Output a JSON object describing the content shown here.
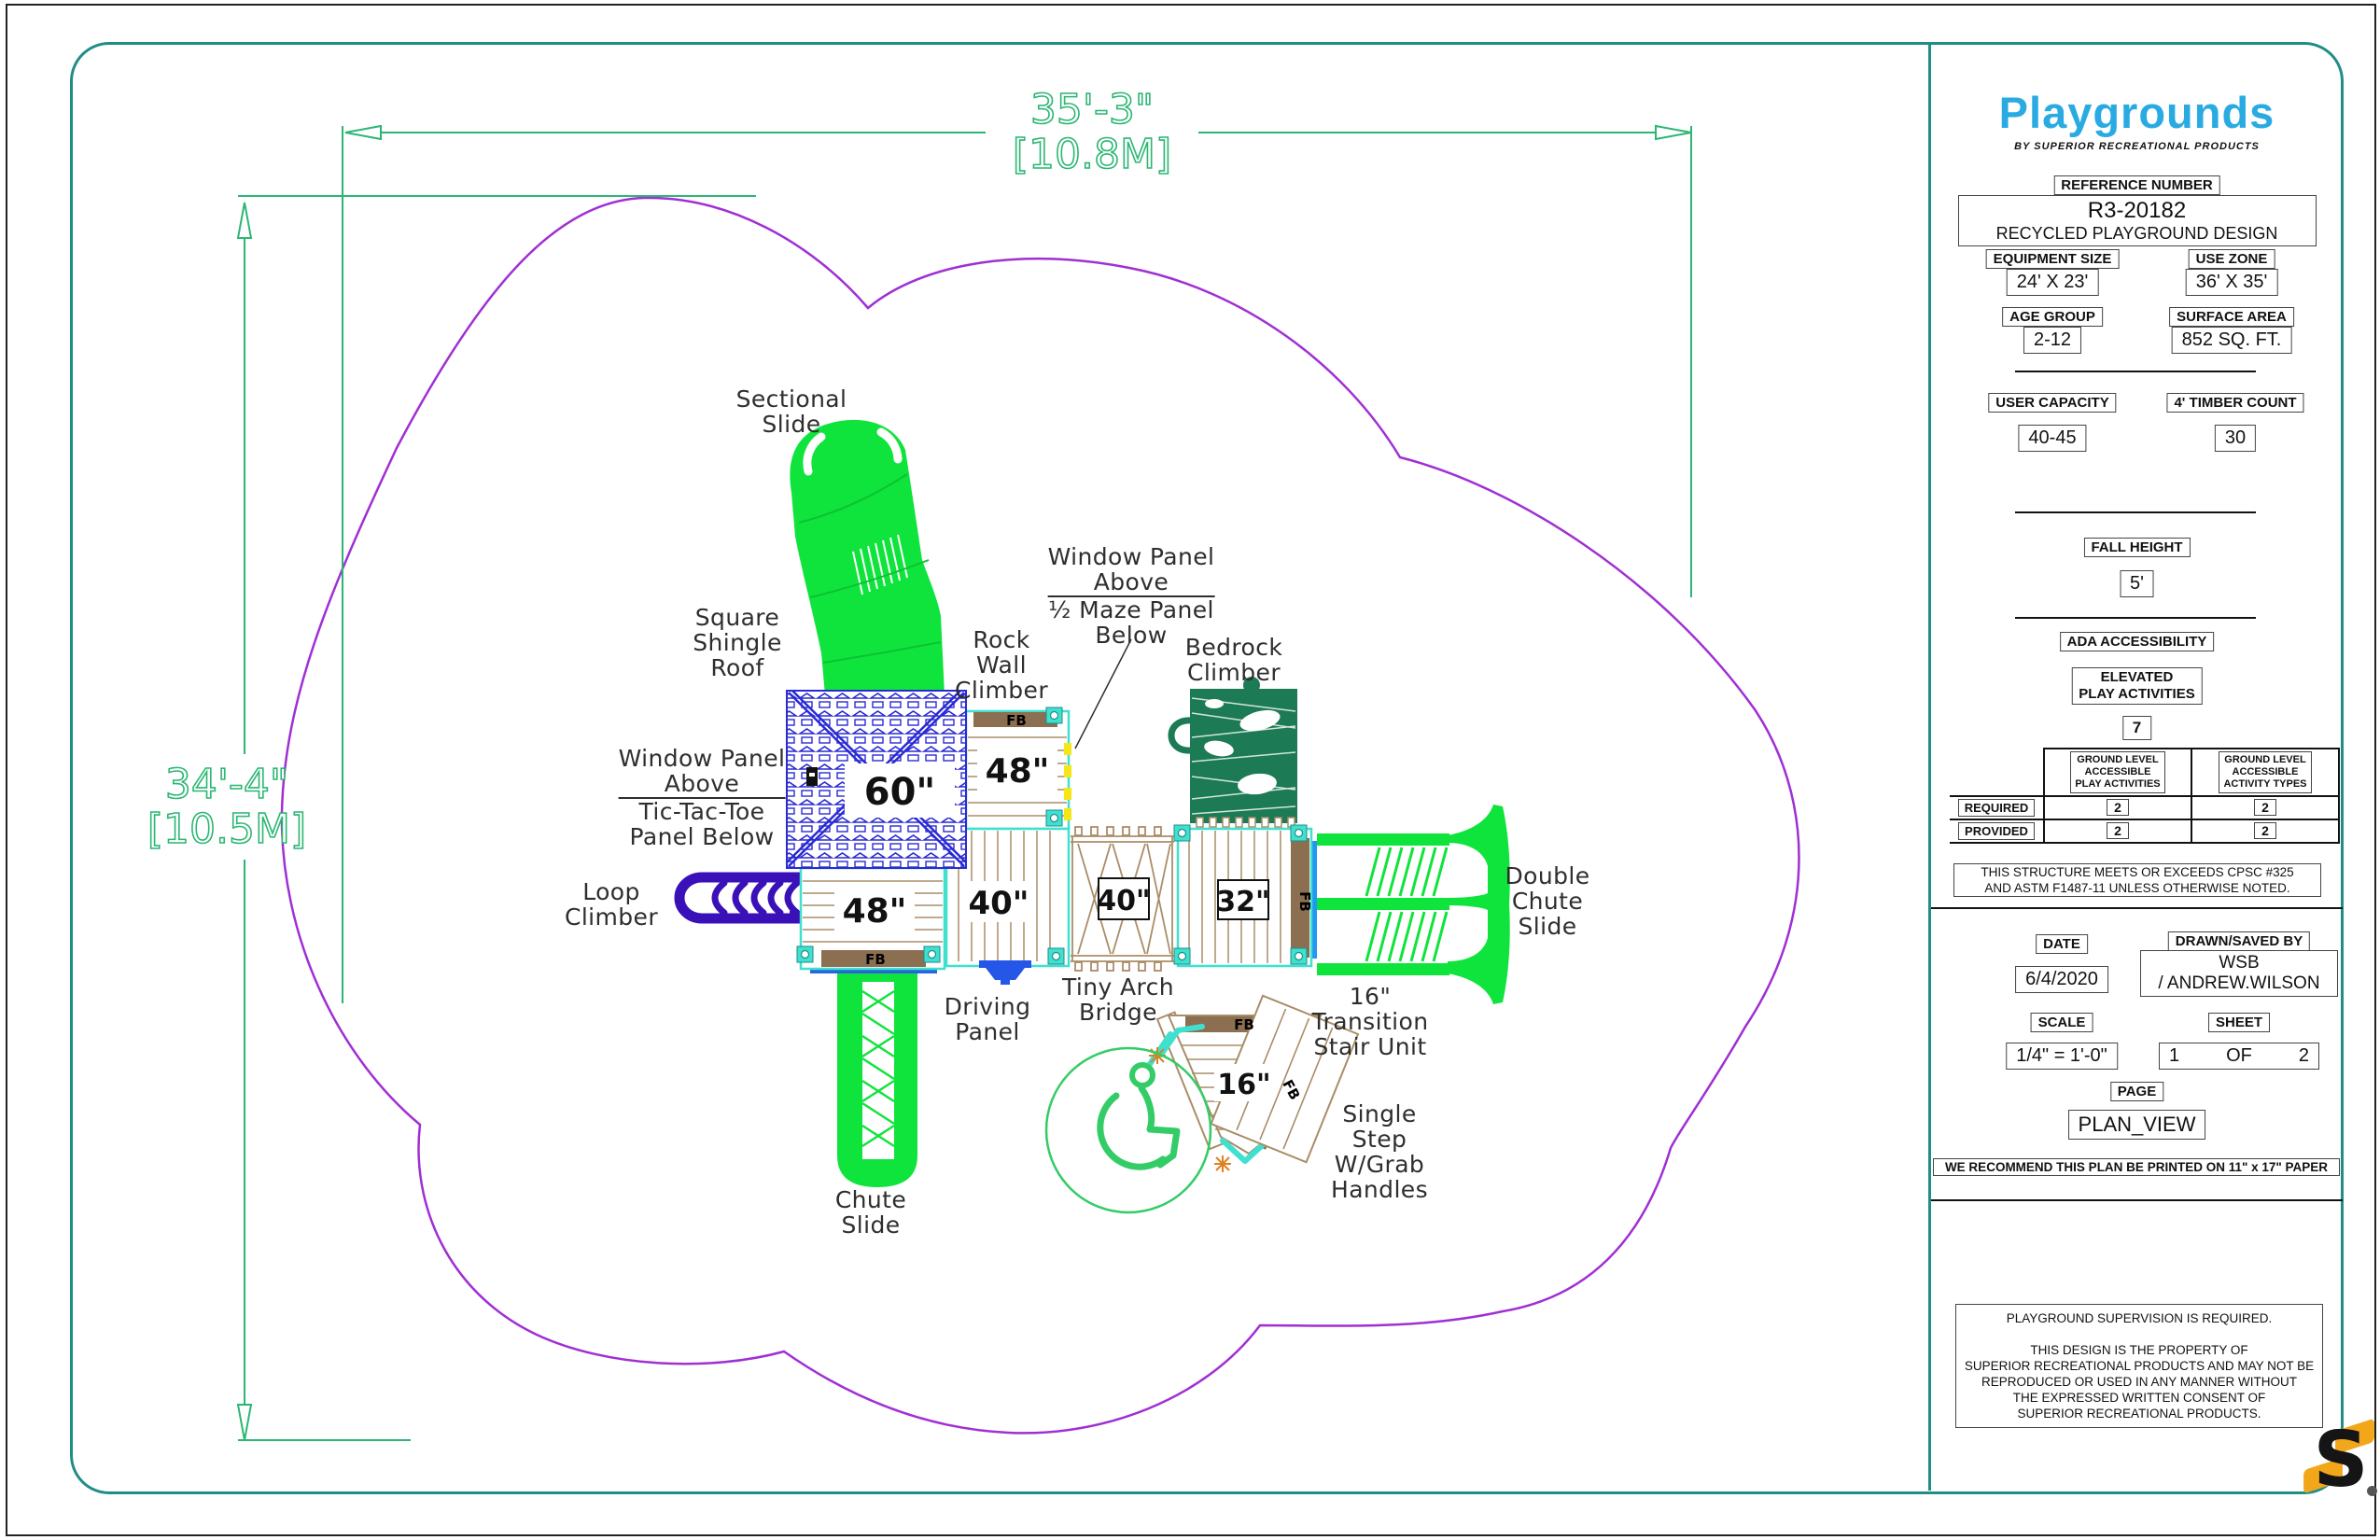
{
  "drawing": {
    "dimensions": {
      "width_ft": "35'-3\"",
      "width_m": "[10.8M]",
      "height_ft": "34'-4\"",
      "height_m": "[10.5M]"
    },
    "deck_heights": {
      "roof": "60\"",
      "deck_48_top": "48\"",
      "deck_48_left": "48\"",
      "deck_40": "40\"",
      "bridge_40": "40\"",
      "deck_32": "32\"",
      "stair_16": "16\""
    },
    "fb_marker": "FB",
    "callouts": {
      "sectional_slide": {
        "l1": "Sectional",
        "l2": "Slide"
      },
      "square_shingle_roof": {
        "l1": "Square",
        "l2": "Shingle",
        "l3": "Roof"
      },
      "rock_wall_climber": {
        "l1": "Rock",
        "l2": "Wall",
        "l3": "Climber"
      },
      "window_maze_panel": {
        "l1": "Window Panel",
        "l2": "Above",
        "l3": "½ Maze Panel",
        "l4": "Below"
      },
      "bedrock_climber": {
        "l1": "Bedrock",
        "l2": "Climber"
      },
      "window_tictactoe_panel": {
        "l1": "Window Panel",
        "l2": "Above",
        "l3": "Tic-Tac-Toe",
        "l4": "Panel Below"
      },
      "loop_climber": {
        "l1": "Loop",
        "l2": "Climber"
      },
      "double_chute_slide": {
        "l1": "Double",
        "l2": "Chute",
        "l3": "Slide"
      },
      "driving_panel": {
        "l1": "Driving",
        "l2": "Panel"
      },
      "tiny_arch_bridge": {
        "l1": "Tiny Arch",
        "l2": "Bridge"
      },
      "transition_stair": {
        "l1": "16\"",
        "l2": "Transition",
        "l3": "Stair Unit"
      },
      "chute_slide": {
        "l1": "Chute",
        "l2": "Slide"
      },
      "single_step": {
        "l1": "Single",
        "l2": "Step",
        "l3": "W/Grab",
        "l4": "Handles"
      }
    }
  },
  "title_block": {
    "logo": {
      "name": "Playgrounds",
      "tagline": "BY SUPERIOR RECREATIONAL PRODUCTS"
    },
    "reference": {
      "label": "REFERENCE NUMBER",
      "number": "R3-20182",
      "design": "RECYCLED PLAYGROUND DESIGN"
    },
    "equipment_size": {
      "label": "EQUIPMENT SIZE",
      "value": "24' X 23'"
    },
    "use_zone": {
      "label": "USE ZONE",
      "value": "36' X 35'"
    },
    "age_group": {
      "label": "AGE GROUP",
      "value": "2-12"
    },
    "surface_area": {
      "label": "SURFACE AREA",
      "value": "852 SQ. FT."
    },
    "user_capacity": {
      "label": "USER CAPACITY",
      "value": "40-45"
    },
    "timber_count": {
      "label": "4' TIMBER COUNT",
      "value": "30"
    },
    "fall_height": {
      "label": "FALL HEIGHT",
      "value": "5'"
    },
    "ada": {
      "label": "ADA ACCESSIBILITY",
      "elevated_label_1": "ELEVATED",
      "elevated_label_2": "PLAY ACTIVITIES",
      "elevated_value": "7",
      "col_play_1": "GROUND LEVEL",
      "col_play_2": "ACCESSIBLE",
      "col_play_3": "PLAY ACTIVITIES",
      "col_types_1": "GROUND LEVEL",
      "col_types_2": "ACCESSIBLE",
      "col_types_3": "ACTIVITY TYPES",
      "required_label": "REQUIRED",
      "required_play": "2",
      "required_types": "2",
      "provided_label": "PROVIDED",
      "provided_play": "2",
      "provided_types": "2"
    },
    "compliance_note_1": "THIS STRUCTURE MEETS OR EXCEEDS CPSC #325",
    "compliance_note_2": "AND ASTM F1487-11 UNLESS OTHERWISE NOTED.",
    "date": {
      "label": "DATE",
      "value": "6/4/2020"
    },
    "drawn_by": {
      "label": "DRAWN/SAVED BY",
      "value_1": "WSB",
      "value_2": "/ ANDREW.WILSON"
    },
    "scale": {
      "label": "SCALE",
      "value": "1/4\" = 1'-0\""
    },
    "sheet": {
      "label": "SHEET",
      "value_1": "1",
      "value_2": "OF",
      "value_3": "2"
    },
    "page": {
      "label": "PAGE",
      "value": "PLAN_VIEW"
    },
    "print_note": "WE RECOMMEND THIS PLAN BE PRINTED ON 11\" x 17\" PAPER",
    "legal": {
      "line_1": "PLAYGROUND SUPERVISION IS REQUIRED.",
      "line_2": "THIS DESIGN IS THE PROPERTY OF",
      "line_3": "SUPERIOR RECREATIONAL PRODUCTS AND MAY NOT BE",
      "line_4": "REPRODUCED OR USED IN ANY MANNER WITHOUT",
      "line_5": "THE EXPRESSED WRITTEN CONSENT OF",
      "line_6": "SUPERIOR RECREATIONAL PRODUCTS."
    },
    "s_logo": "S"
  },
  "colors": {
    "accent_blue": "#29abe2",
    "dim_green": "#2bb673",
    "use_zone_purple": "#a02fd4",
    "equipment_green": "#0fe43c",
    "bedrock_green": "#1c7a55",
    "roof_blue": "#2a2ad4",
    "post_aqua": "#3fe0cf",
    "wood_tan": "#a98d68",
    "fb_brown": "#8b6f50",
    "loop_indigo": "#3a10b8",
    "panel_blue": "#2456e8",
    "logo_gold": "#f2a71b"
  }
}
